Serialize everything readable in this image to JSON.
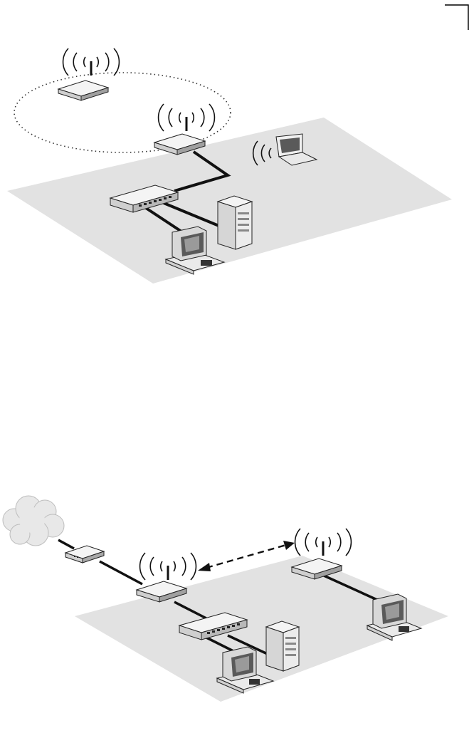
{
  "colors": {
    "floor": "#e2e2e2",
    "device_light": "#f2f2f2",
    "device_mid": "#c9c9c9",
    "device_dark": "#8a8a8a",
    "cable": "#111111",
    "screen": "#5a5a5a",
    "cloud": "#e8e8e8"
  },
  "diagrams": [
    {
      "id": "infrastructure-wireless-bridge",
      "devices": [
        "remote-access-point",
        "local-access-point",
        "laptop",
        "switch",
        "server",
        "workstation"
      ],
      "coverage_area": "dotted-ellipse",
      "links": [
        "wired",
        "wired",
        "wired",
        "wireless"
      ]
    },
    {
      "id": "point-to-point-bridge",
      "devices": [
        "internet-cloud",
        "modem",
        "access-point-a",
        "access-point-b",
        "switch",
        "server",
        "workstation-a",
        "workstation-b"
      ],
      "links": [
        "wired",
        "wired",
        "wired",
        "wired",
        "wireless-bidirectional"
      ]
    }
  ],
  "icons": {
    "radio_waves": "radio-waves-icon",
    "cloud": "cloud-icon"
  }
}
